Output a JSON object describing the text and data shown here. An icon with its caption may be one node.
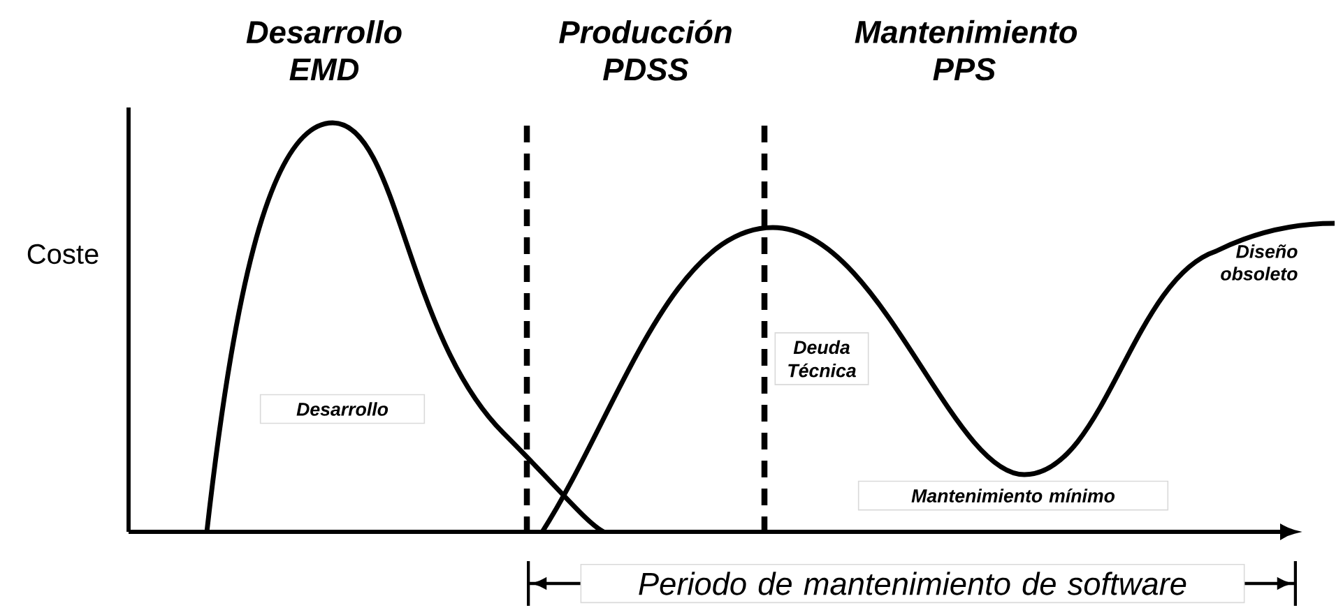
{
  "diagram": {
    "nodes": [
      {
        "text": [
          "Desarrollo"
        ]
      },
      {
        "text": [
          "Deuda Técnica"
        ]
      },
      {
        "text": [
          "Mantenimiento mínimo"
        ]
      },
      {
        "text": [
          "Periodo de mantenimiento de software"
        ]
      }
    ],
    "labels": [
      "Desarrollo EMD",
      "Producción PDSS",
      "Mantenimiento PPS",
      "Coste",
      "Diseño obsoleto"
    ]
  }
}
